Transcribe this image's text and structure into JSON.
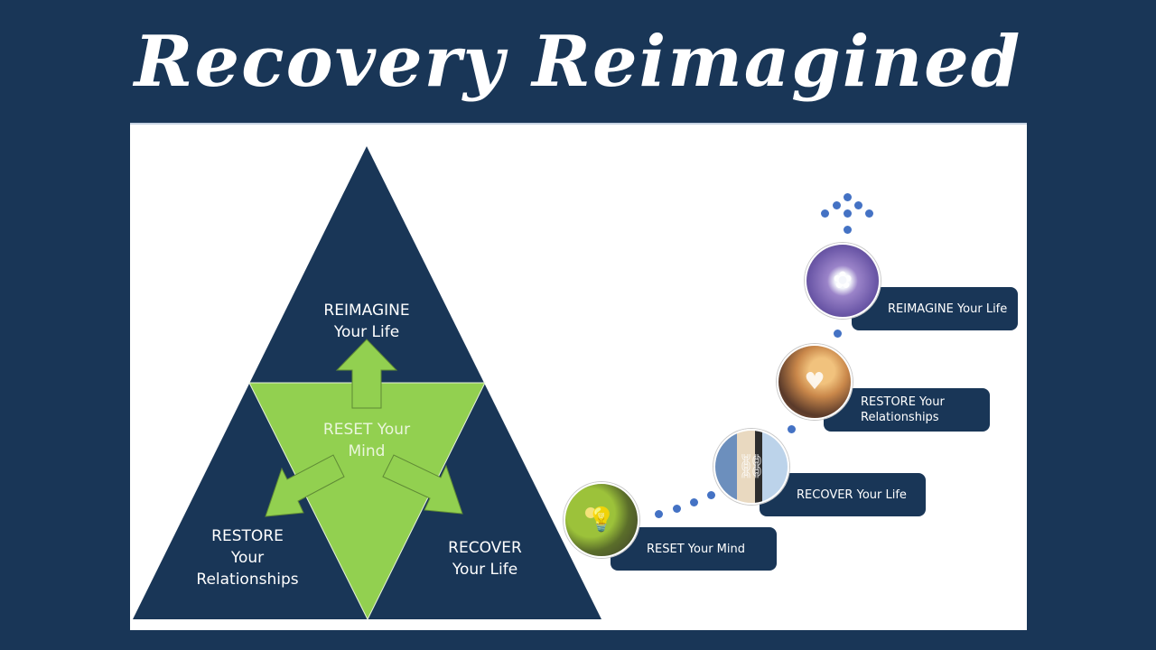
{
  "title": "Recovery Reimagined",
  "colors": {
    "background": "#193657",
    "panel": "#ffffff",
    "navy": "#193657",
    "green": "#92d050",
    "dot_blue": "#4472c4"
  },
  "triangle": {
    "top": {
      "line1": "REIMAGINE",
      "line2": "Your Life"
    },
    "center": {
      "line1": "RESET Your",
      "line2": "Mind"
    },
    "left": {
      "line1": "RESTORE",
      "line2": "Your",
      "line3": "Relationships"
    },
    "right": {
      "line1": "RECOVER",
      "line2": "Your Life"
    },
    "arrows": [
      "up-arrow-icon",
      "down-left-arrow-icon",
      "down-right-arrow-icon"
    ]
  },
  "steps": [
    {
      "label": "RESET Your Mind",
      "photo": "woman-lightbulb-head-icon"
    },
    {
      "label": "RECOVER Your Life",
      "photo": "broken-chain-hands-icon"
    },
    {
      "label_line1": "RESTORE Your",
      "label_line2": "Relationships",
      "photo": "hugging-couple-icon"
    },
    {
      "label": "REIMAGINE Your Life",
      "photo": "woman-lavender-field-icon"
    }
  ]
}
